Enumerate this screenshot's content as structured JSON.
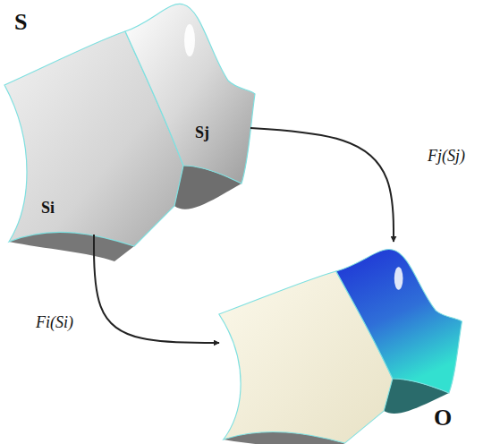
{
  "diagram": {
    "nodes": [
      {
        "text": [
          "S"
        ]
      },
      {
        "text": [
          "Si"
        ],
        "in": 0
      },
      {
        "text": [
          "Sj"
        ],
        "in": 0
      },
      {
        "text": [
          "O"
        ]
      }
    ],
    "edges": [
      {
        "from": 1,
        "to": 3,
        "arrow": "to",
        "label": "Fi(Si)"
      },
      {
        "from": 2,
        "to": 3,
        "arrow": "to",
        "label": "Fj(Sj)"
      }
    ]
  }
}
